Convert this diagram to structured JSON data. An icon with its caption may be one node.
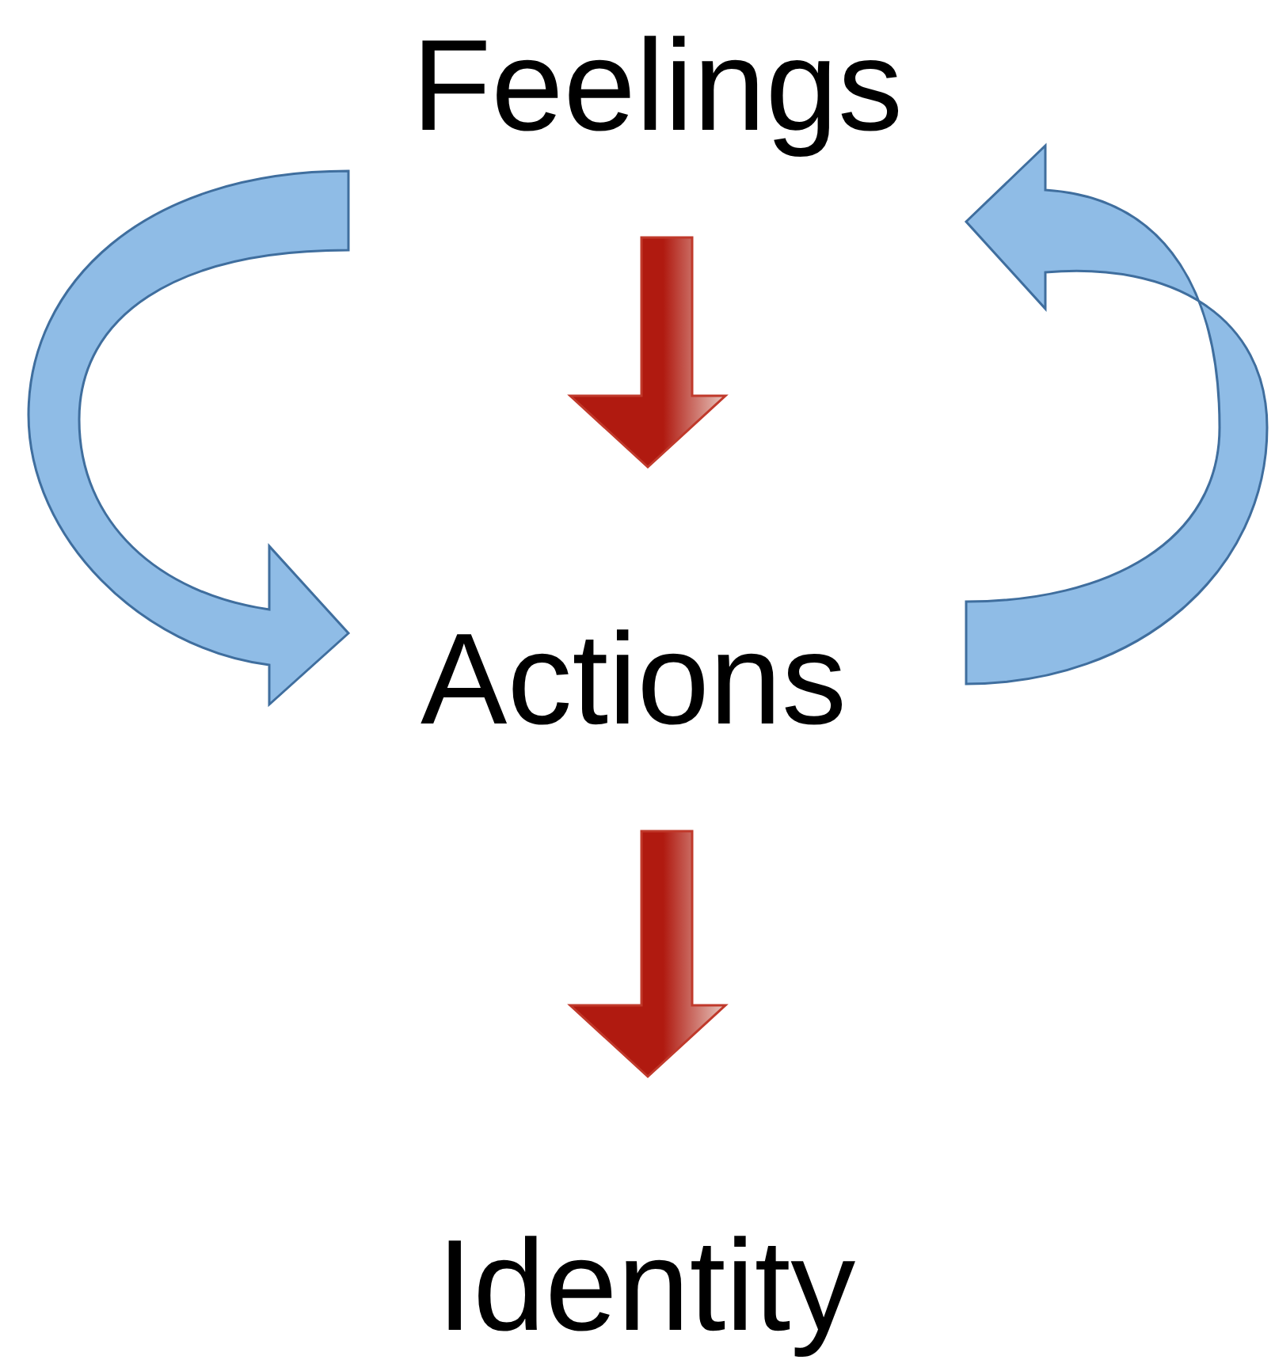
{
  "diagram": {
    "nodes": [
      {
        "text": [
          "Feelings"
        ]
      },
      {
        "text": [
          "Actions"
        ]
      },
      {
        "text": [
          "Identity"
        ]
      }
    ],
    "edges": [
      {
        "from": 0,
        "to": 1,
        "arrow": "to",
        "color": "#b01a10"
      },
      {
        "from": 0,
        "to": 1,
        "arrow": "to",
        "color": "#8fbce6"
      },
      {
        "from": 1,
        "to": 0,
        "arrow": "to",
        "color": "#8fbce6"
      },
      {
        "from": 1,
        "to": 2,
        "arrow": "to",
        "color": "#b01a10"
      }
    ]
  }
}
